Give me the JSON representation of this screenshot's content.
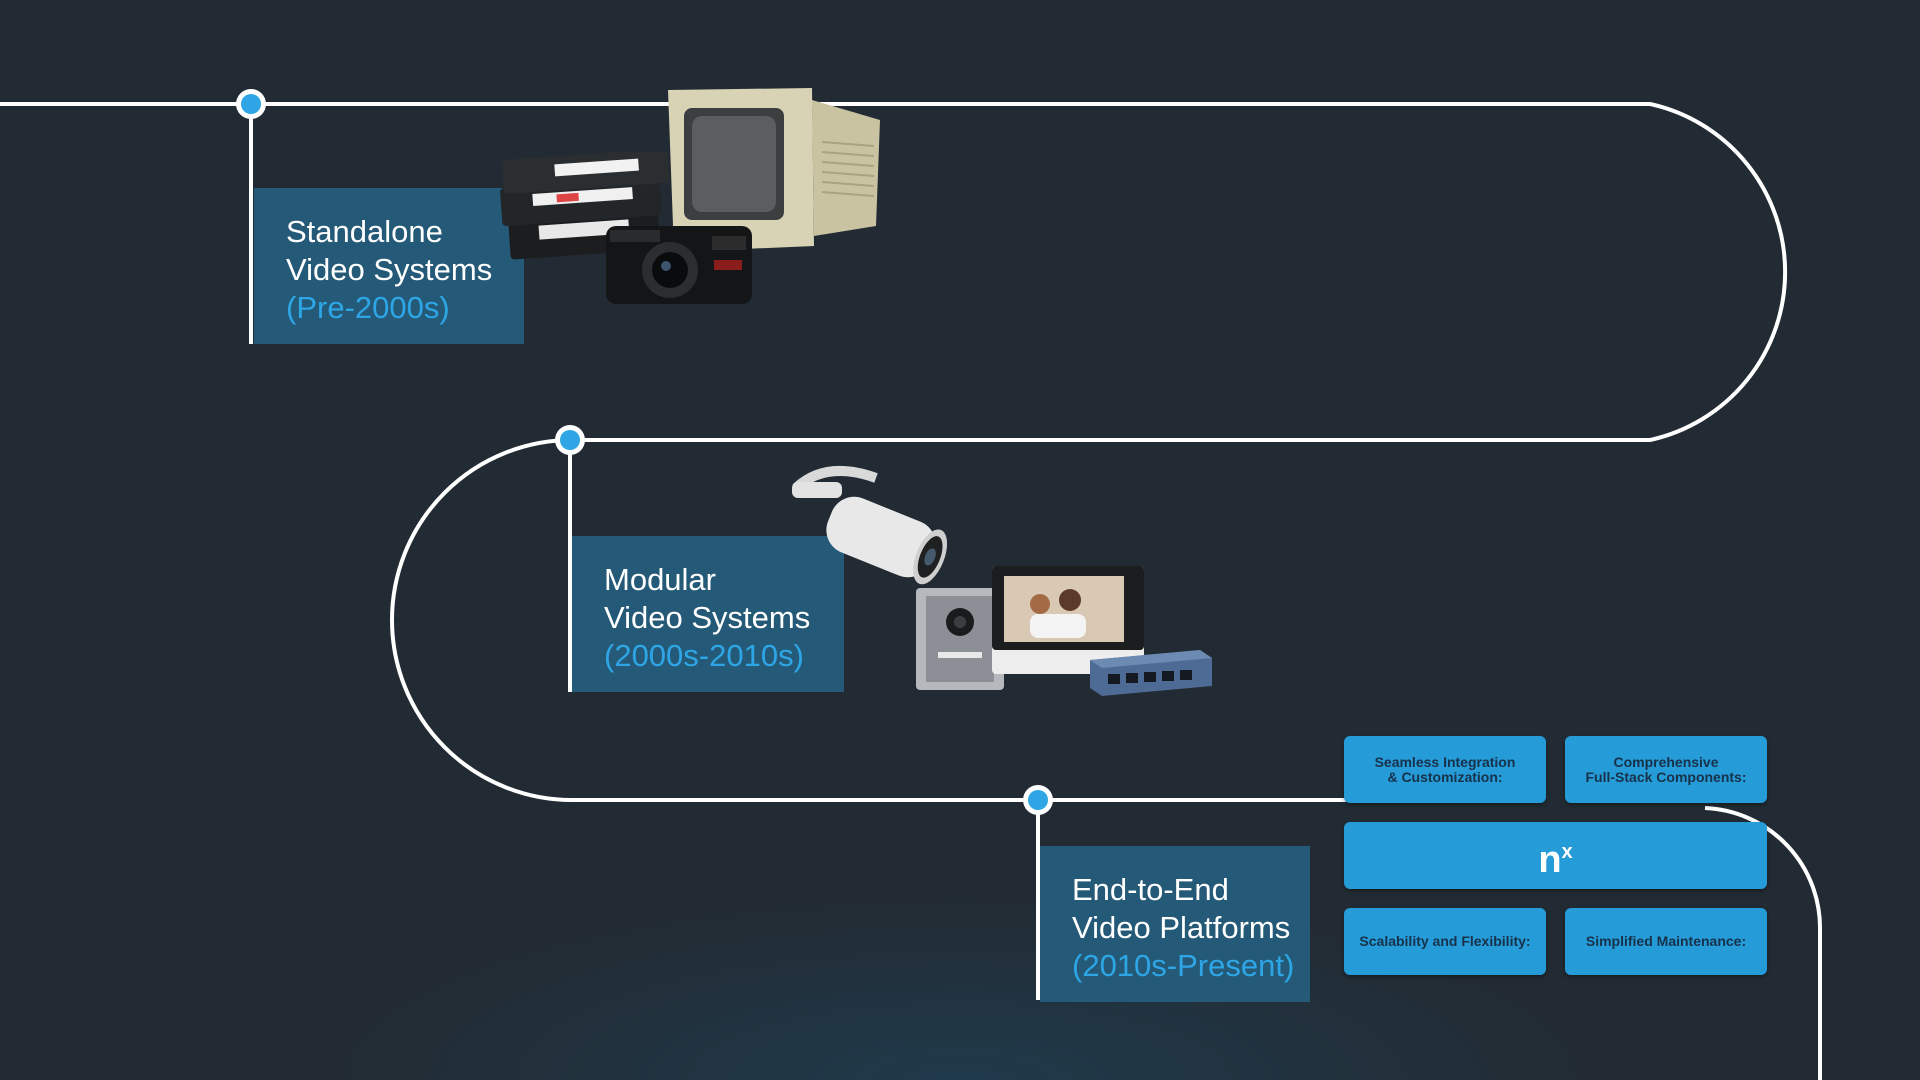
{
  "stages": [
    {
      "line1": "Standalone",
      "line2": "Video Systems",
      "era": "(Pre-2000s)"
    },
    {
      "line1": "Modular",
      "line2": "Video Systems",
      "era": "(2000s-2010s)"
    },
    {
      "line1": "End-to-End",
      "line2": "Video Platforms",
      "era": "(2010s-Present)"
    }
  ],
  "features": {
    "top_left": "Seamless Integration\n& Customization:",
    "top_right": "Comprehensive\nFull-Stack Components:",
    "bottom_left": "Scalability and Flexibility:",
    "bottom_right": "Simplified Maintenance:"
  },
  "logo": {
    "base": "n",
    "sup": "x"
  },
  "colors": {
    "accent": "#2ea6e6",
    "panel": "#245a78",
    "feature": "#259bd8",
    "background": "#222a31"
  },
  "illustrations": [
    {
      "icon": "crt-monitor-icon"
    },
    {
      "icon": "vhs-tapes-icon"
    },
    {
      "icon": "film-camera-icon"
    },
    {
      "icon": "bullet-camera-icon"
    },
    {
      "icon": "door-station-icon"
    },
    {
      "icon": "indoor-monitor-icon"
    },
    {
      "icon": "network-switch-icon"
    }
  ]
}
